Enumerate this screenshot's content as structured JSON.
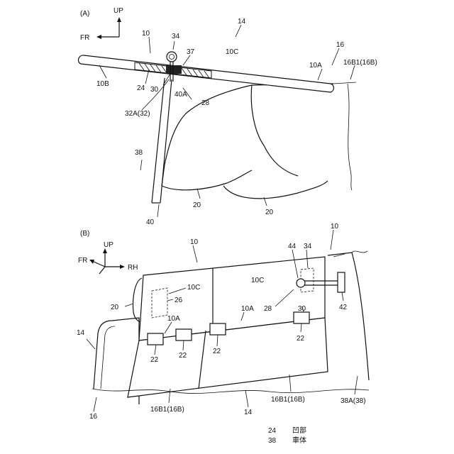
{
  "panel_a": {
    "tag": "(A)",
    "axes": {
      "up": "UP",
      "fr": "FR"
    },
    "labels": {
      "l10": "10",
      "l34": "34",
      "l14": "14",
      "l16": "16",
      "l37": "37",
      "l10C": "10C",
      "l10A": "10A",
      "l16B1": "16B1(16B)",
      "l10B": "10B",
      "l24": "24",
      "l30": "30",
      "l40A": "40A",
      "l28": "28",
      "l32A": "32A(32)",
      "l38": "38",
      "l20a": "20",
      "l20b": "20",
      "l40": "40"
    }
  },
  "panel_b": {
    "tag": "(B)",
    "axes": {
      "up": "UP",
      "fr": "FR",
      "rh": "RH"
    },
    "labels": {
      "l10top": "10",
      "l10right": "10",
      "l44": "44",
      "l34": "34",
      "l10C_left": "10C",
      "l10C_mid": "10C",
      "l20": "20",
      "l26": "26",
      "l10A_left": "10A",
      "l10A_mid": "10A",
      "l28": "28",
      "l30": "30",
      "l42": "42",
      "l14a": "14",
      "l22_1": "22",
      "l22_2": "22",
      "l22_3": "22",
      "l22_4": "22",
      "l16": "16",
      "l16B1_a": "16B1(16B)",
      "l14b": "14",
      "l16B1_b": "16B1(16B)",
      "l38A": "38A(38)"
    }
  },
  "legend": [
    {
      "num": "24",
      "text": "凹部"
    },
    {
      "num": "38",
      "text": "車体"
    }
  ]
}
